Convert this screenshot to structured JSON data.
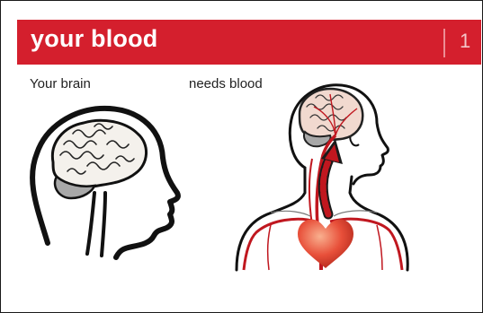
{
  "header": {
    "title": "your blood",
    "number": "1",
    "color": "#d41f2d"
  },
  "panels": {
    "left_caption": "Your brain",
    "right_caption": "needs blood"
  },
  "icons": [
    "head-profile-brain-icon",
    "torso-circulation-icon",
    "heart-icon",
    "artery-arrow-icon"
  ],
  "colors": {
    "artery_red": "#c0171f",
    "heart": "#e8503a",
    "brain_pink": "#f1d9cf",
    "brain_gray": "#a8a8a8"
  }
}
